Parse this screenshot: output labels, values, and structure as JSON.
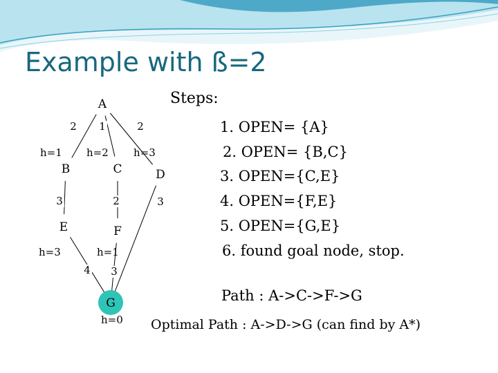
{
  "title": "Example with ß=2",
  "steps_heading": "Steps:",
  "steps": [
    "1. OPEN= {A}",
    "2. OPEN= {B,C}",
    "3. OPEN={C,E}",
    "4. OPEN={F,E}",
    "5. OPEN={G,E}",
    "6. found goal node, stop."
  ],
  "path": "Path : A->C->F->G",
  "optimal_path": "Optimal Path : A->D->G (can find by A*)",
  "graph": {
    "nodes": [
      {
        "id": "A",
        "label": "A",
        "h": ""
      },
      {
        "id": "B",
        "label": "B",
        "h": "h=1"
      },
      {
        "id": "C",
        "label": "C",
        "h": "h=2"
      },
      {
        "id": "D",
        "label": "D",
        "h": "h=3"
      },
      {
        "id": "E",
        "label": "E",
        "h": "h=3"
      },
      {
        "id": "F",
        "label": "F",
        "h": "h=1"
      },
      {
        "id": "G",
        "label": "G",
        "h": "h=0",
        "highlight": true
      }
    ],
    "edges": [
      {
        "from": "A",
        "to": "B",
        "cost": "2"
      },
      {
        "from": "A",
        "to": "C",
        "cost": "1"
      },
      {
        "from": "A",
        "to": "D",
        "cost": "2"
      },
      {
        "from": "B",
        "to": "E",
        "cost": "3"
      },
      {
        "from": "C",
        "to": "F",
        "cost": "2"
      },
      {
        "from": "D",
        "to": "G",
        "cost": "3"
      },
      {
        "from": "E",
        "to": "G",
        "cost": "4"
      },
      {
        "from": "F",
        "to": "G",
        "cost": "3"
      }
    ]
  },
  "colors": {
    "title": "#17687e",
    "wave_dark": "#3a9fbf",
    "wave_light": "#b9e3ef",
    "goal_fill": "#2ec4b6"
  }
}
